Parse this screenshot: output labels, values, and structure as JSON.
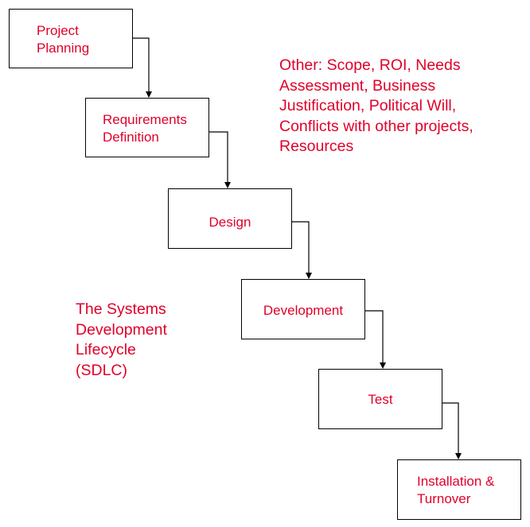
{
  "diagram": {
    "colors": {
      "text": "#e0002a",
      "line": "#000000",
      "box_border": "#000000",
      "background": "#ffffff"
    },
    "stages": [
      {
        "id": "project-planning",
        "label": "Project\nPlanning"
      },
      {
        "id": "requirements-definition",
        "label": "Requirements\nDefinition"
      },
      {
        "id": "design",
        "label": "Design"
      },
      {
        "id": "development",
        "label": "Development"
      },
      {
        "id": "test",
        "label": "Test"
      },
      {
        "id": "installation-turnover",
        "label": "Installation &\nTurnover"
      }
    ],
    "notes": {
      "other": "Other: Scope, ROI, Needs\nAssessment, Business\nJustification, Political Will,\nConflicts with other projects,\nResources",
      "sdlc": "The Systems\nDevelopment\nLifecycle\n(SDLC)"
    }
  }
}
